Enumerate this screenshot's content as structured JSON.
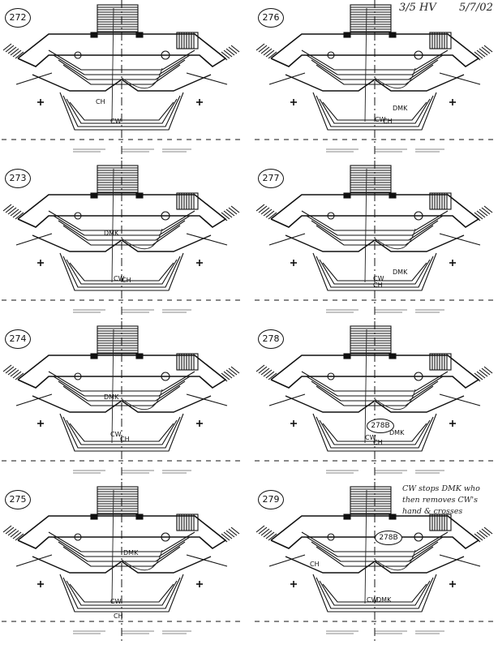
{
  "header": {
    "initials": "3/5 HV",
    "date": "5/7/02"
  },
  "panels": [
    {
      "id": "272",
      "labels": [
        "CH",
        "CW"
      ]
    },
    {
      "id": "273",
      "labels": [
        "DMK",
        "CW",
        "CH"
      ]
    },
    {
      "id": "274",
      "labels": [
        "DMK",
        "CW",
        "CH"
      ]
    },
    {
      "id": "275",
      "labels": [
        "DMK",
        "CW",
        "CH"
      ]
    },
    {
      "id": "276",
      "labels": [
        "CW",
        "CH",
        "DMK"
      ]
    },
    {
      "id": "277",
      "labels": [
        "DMK",
        "CW",
        "CH"
      ]
    },
    {
      "id": "278",
      "labels": [
        "CW",
        "CH",
        "DMK"
      ],
      "sub_badge": "278B"
    },
    {
      "id": "279",
      "labels": [
        "CH",
        "CW",
        "DMK"
      ],
      "sub_badge": "278B"
    }
  ],
  "note": "CW stops DMK who then removes CW's hand & crosses"
}
